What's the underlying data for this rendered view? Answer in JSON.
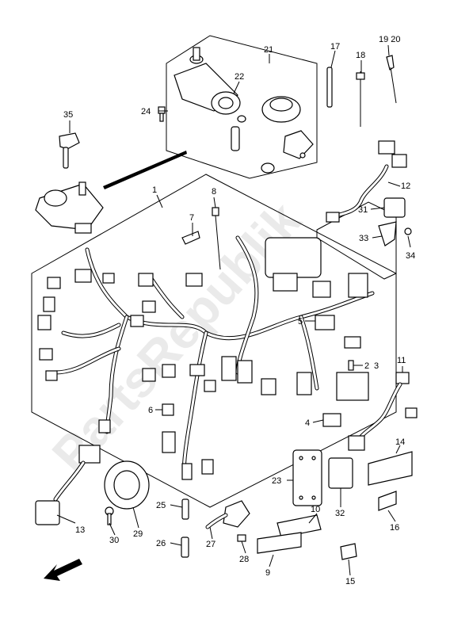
{
  "watermark": "PartsRepublik",
  "labels": {
    "l1": "1",
    "l2": "2",
    "l3": "3",
    "l4": "4",
    "l5": "5",
    "l6": "6",
    "l7": "7",
    "l8": "8",
    "l9": "9",
    "l10": "10",
    "l11": "11",
    "l12": "12",
    "l13": "13",
    "l14": "14",
    "l15": "15",
    "l16": "16",
    "l17": "17",
    "l18": "18",
    "l19_20": "19 20",
    "l21": "21",
    "l22": "22",
    "l23": "23",
    "l24": "24",
    "l25": "25",
    "l26": "26",
    "l27": "27",
    "l28": "28",
    "l29": "29",
    "l30": "30",
    "l31": "31",
    "l32": "32",
    "l33": "33",
    "l34": "34",
    "l35": "35"
  }
}
